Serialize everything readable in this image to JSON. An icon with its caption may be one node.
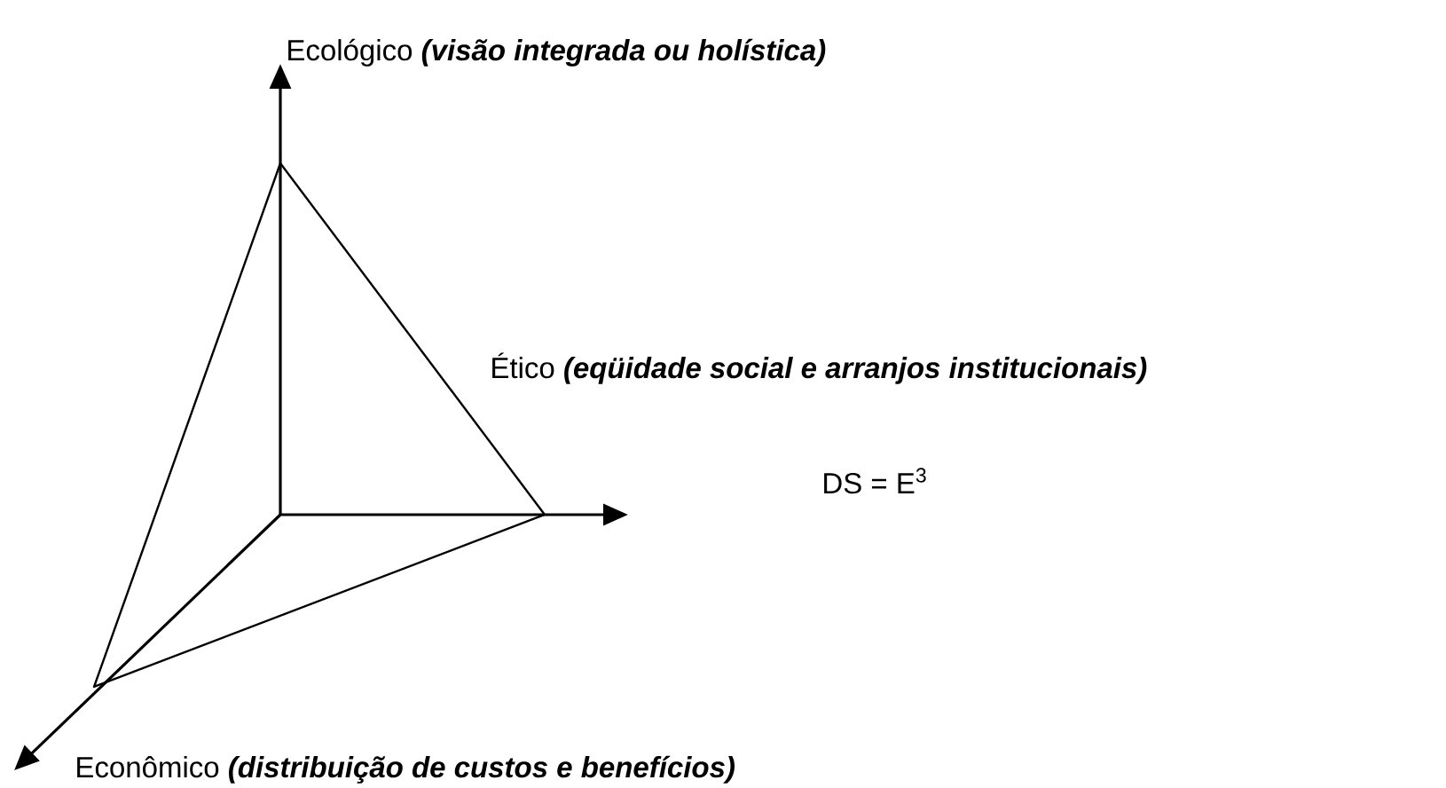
{
  "diagram": {
    "labels": [
      "Ecológico",
      "(visão integrada ou holística)",
      "Ético",
      "(eqüidade social e arranjos institucionais)",
      "DS = E$^{3}$",
      "Econômico",
      "(distribuição de custos e benefícios)"
    ]
  }
}
